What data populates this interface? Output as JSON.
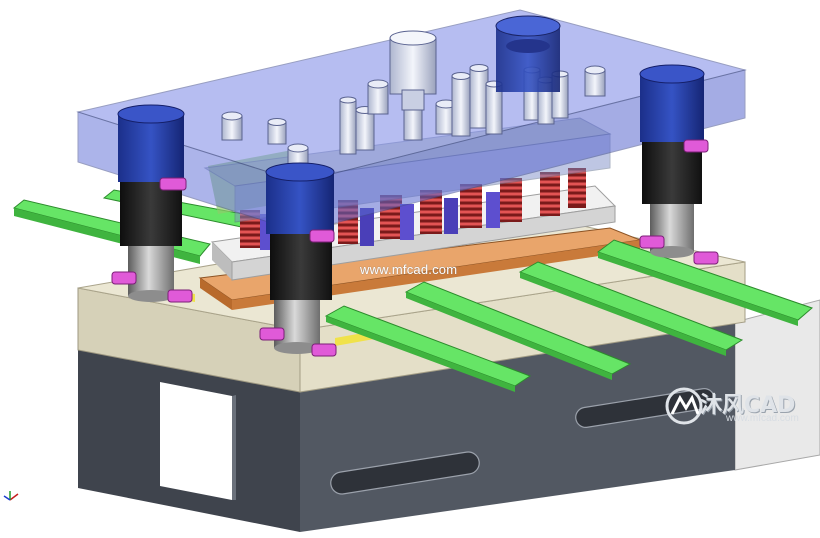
{
  "watermark": {
    "site": "www.mfcad.com",
    "logo_name": "沐风CAD",
    "logo_url": "www.mfcad.com"
  },
  "icons": [
    "mfcad-logo-icon",
    "axis-triad-icon"
  ],
  "colors": {
    "base_dark": "#4f5560",
    "base_light": "#e4dfc8",
    "top_plate": "#7c88e6",
    "stripper": "#c97a3a",
    "guide_rail": "#5fe15f",
    "spring": "#d04545",
    "guide_post": "#202020",
    "clamp": "#e05ad8",
    "punch": "#5d4fcf"
  }
}
